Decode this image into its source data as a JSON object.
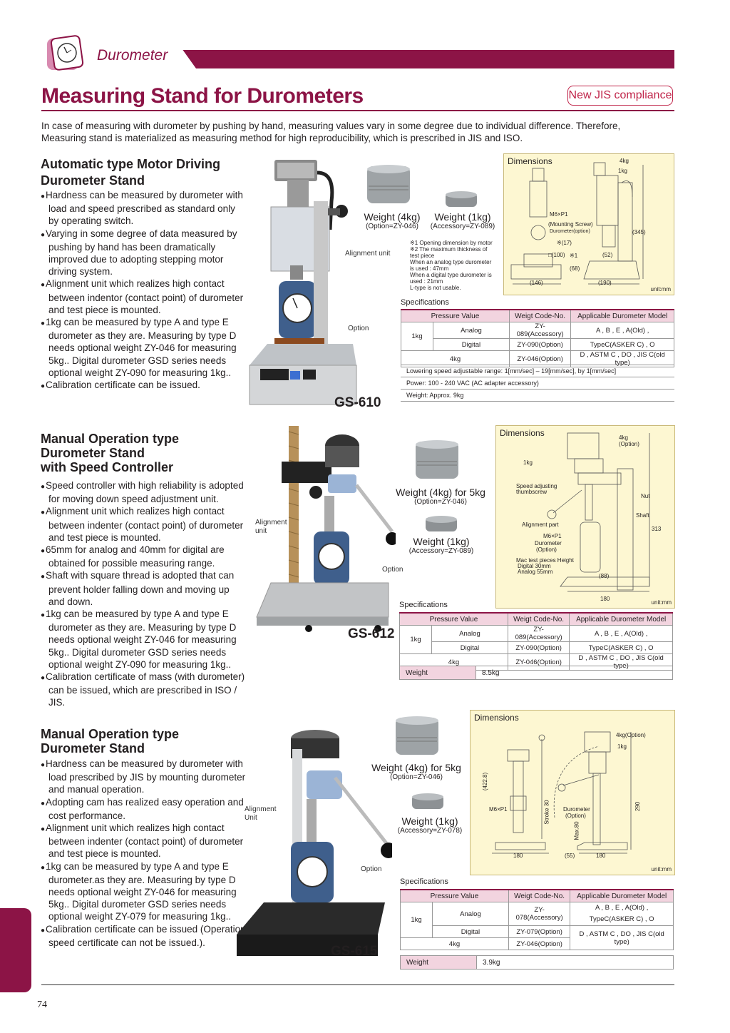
{
  "header": {
    "section": "Durometer",
    "title": "Measuring Stand for Durometers",
    "badge": "New JIS compliance"
  },
  "intro": [
    "In case of measuring with durometer by pushing by hand, measuring values vary in some degree due to individual difference. Therefore,",
    "Measuring stand is materialized as measuring method for high reproducibility, which is prescribed in JIS and ISO."
  ],
  "p1": {
    "title1": "Automatic type Motor Driving",
    "title2": "Durometer Stand",
    "bullets": [
      "Hardness can be measured by durometer with load and speed prescribed as standard only by operating switch.",
      "Varying in some degree of data measured by pushing by hand has been dramatically improved due to adopting stepping motor driving system.",
      "Alignment unit which realizes high contact between indentor (contact point) of durometer and test piece is mounted.",
      "1kg can be measured by type A and type E durometer as they are. Measuring by type D needs optional weight ZY-046 for measuring 5kg.. Digital durometer GSD series needs optional weight ZY-090 for measuring 1kg..",
      "Calibration certificate can be issued."
    ],
    "model": "GS-610",
    "w4": "Weight (4kg)",
    "w4sub": "(Option=ZY-046)",
    "w1": "Weight (1kg)",
    "w1sub": "(Accessory=ZY-089)",
    "align": "Alignment unit",
    "option": "Option",
    "notes": [
      "※1 Opening dimension by motor",
      "※2 The maximum thickness of",
      "test piece",
      "When an analog type durometer",
      "is used : 47mm",
      "When a digital type durometer is",
      "used : 21mm",
      "L-type is not usable."
    ],
    "dim": {
      "title": "Dimensions",
      "unit": "unit:mm",
      "l4kg": "4kg",
      "l1kg": "1kg",
      "m6": "M6×P1",
      "mount": "(Mounting Screw)",
      "duro": "Durometer(option)",
      "d17": "※(17)",
      "d100": "□(100)",
      "d68": "(68)",
      "d52": "(52)",
      "d146": "(146)",
      "d190": "(190)",
      "d345": "(345)",
      "d1": "※1"
    },
    "spec_label": "Specifications",
    "table": {
      "h": [
        "Pressure Value",
        "Weigt Code-No.",
        "Applicable Durometer Model"
      ],
      "r1": [
        "1kg",
        "Analog",
        "ZY-089(Accessory)",
        "A , B , E , A(Old) ,"
      ],
      "r2": [
        "Digital",
        "ZY-090(Option)",
        "TypeC(ASKER C) , O"
      ],
      "r3": [
        "4kg",
        "ZY-046(Option)",
        "D , ASTM C , DO , JIS C(old type)"
      ]
    },
    "extra": [
      "Lowering speed adjustable range: 1[mm/sec] – 19[mm/sec], by 1[mm/sec]",
      "Power: 100 - 240 VAC (AC adapter accessory)",
      "Weight: Approx. 9kg"
    ]
  },
  "p2": {
    "title1": "Manual Operation type",
    "title2": "Durometer Stand",
    "title3": "with Speed Controller",
    "bullets": [
      "Speed controller with high reliability is adopted for moving down speed adjustment unit.",
      "Alignment unit which realizes high contact between indenter (contact point) of durometer and test piece is mounted.",
      "65mm for analog and 40mm for digital are obtained for possible measuring range.",
      "Shaft with square thread is adopted that can prevent holder falling down and moving up and down.",
      "1kg can be measured by type A and type E durometer as they are. Measuring by type D needs optional weight ZY-046 for measuring 5kg.. Digital durometer GSD series needs optional weight ZY-090 for measuring 1kg..",
      "Calibration certificate of mass (with durometer) can be issued, which are prescribed in ISO / JIS."
    ],
    "model": "GS-612",
    "w4": "Weight (4kg) for 5kg",
    "w4sub": "(Option=ZY-046)",
    "w1": "Weight (1kg)",
    "w1sub": "(Accessory=ZY-089)",
    "align1": "Alignment",
    "align2": "unit",
    "option": "Option",
    "dim": {
      "title": "Dimensions",
      "unit": "unit:mm",
      "l4kg": "4kg",
      "lopt": "(Option)",
      "l1kg": "1kg",
      "speed1": "Speed adjusting",
      "speed2": "thumbscrew",
      "align": "Alignment part",
      "m6": "M6×P1",
      "duro": "Durometer",
      "opt": "(Option)",
      "mac1": "Mac test pieces Height",
      "mac2": "Digital   30mm",
      "mac3": "Analog   55mm",
      "nut": "Nut",
      "shaft": "Shaft",
      "d88": "(88)",
      "d180": "180",
      "d313": "313"
    },
    "spec_label": "Specifications",
    "table": {
      "h": [
        "Pressure Value",
        "Weigt Code-No.",
        "Applicable Durometer Model"
      ],
      "r1": [
        "1kg",
        "Analog",
        "ZY-089(Accessory)",
        "A , B , E , A(Old) ,"
      ],
      "r2": [
        "Digital",
        "ZY-090(Option)",
        "TypeC(ASKER C) , O"
      ],
      "r3": [
        "4kg",
        "ZY-046(Option)",
        "D , ASTM C , DO , JIS C(old type)"
      ]
    },
    "weight": [
      "Weight",
      "8.5kg"
    ]
  },
  "p3": {
    "title1": "Manual Operation type",
    "title2": "Durometer Stand",
    "bullets": [
      "Hardness can be measured by durometer with load prescribed by JIS by mounting durometer and manual operation.",
      "Adopting cam has realized easy operation and cost performance.",
      "Alignment unit which realizes high contact between indenter (contact point) of durometer and test piece is mounted.",
      "1kg can be measured by type A and type E durometer.as they are. Measuring by type D needs optional weight ZY-046 for measuring 5kg.. Digital durometer GSD series needs optional weight ZY-079 for measuring 1kg..",
      "Calibration certificate can be issued (Operation speed certificate can not be issued.)."
    ],
    "model": "GS-615",
    "w4": "Weight (4kg) for 5kg",
    "w4sub": "(Option=ZY-046)",
    "w1": "Weight (1kg)",
    "w1sub": "(Accessory=ZY-078)",
    "align1": "Alignment",
    "align2": "Unit",
    "option": "Option",
    "dim": {
      "title": "Dimensions",
      "unit": "unit:mm",
      "l4kg": "4kg(Option)",
      "l1kg": "1kg",
      "m6": "M6×P1",
      "d422": "(422.8)",
      "stroke": "Stroke 30",
      "duro": "Durometer",
      "opt": "(Option)",
      "max": "Max.80",
      "d180a": "180",
      "d55": "(55)",
      "d180b": "180",
      "d290": "290"
    },
    "spec_label": "Specifications",
    "table": {
      "h": [
        "Pressure Value",
        "Weigt Code-No.",
        "Applicable Durometer Model"
      ],
      "r1": [
        "1kg",
        "Analog",
        "ZY-078(Accessory)",
        "A , B , E , A(Old) ,",
        "TypeC(ASKER C) , O"
      ],
      "r2": [
        "Digital",
        "ZY-079(Option)",
        "D , ASTM C , DO , JIS C(old type)"
      ],
      "r3": [
        "4kg",
        "ZY-046(Option)"
      ]
    },
    "weight": [
      "Weight",
      "3.9kg"
    ]
  },
  "footer": {
    "page": "74"
  }
}
